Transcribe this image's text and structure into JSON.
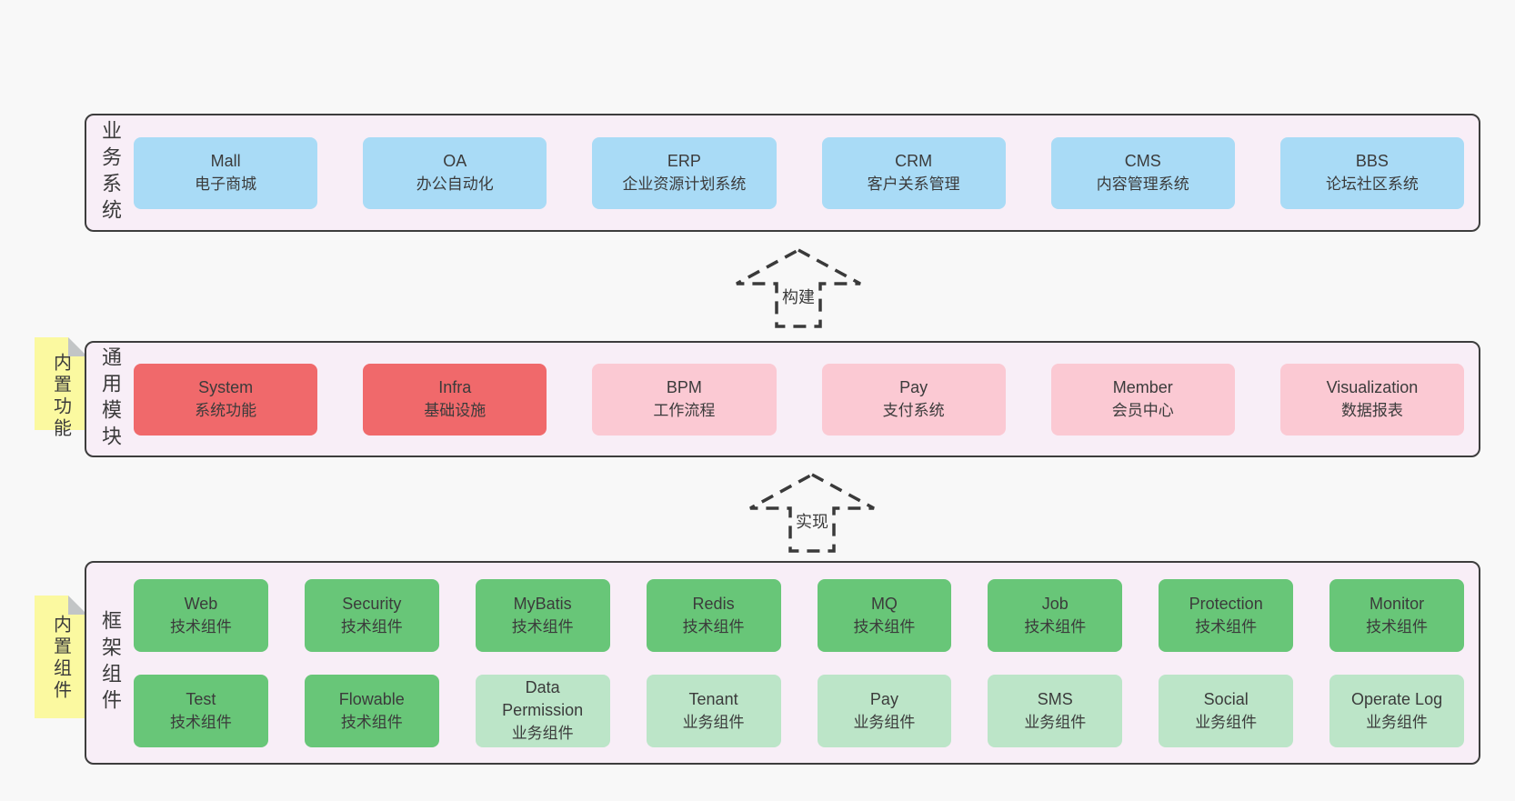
{
  "colors": {
    "page_background": "#f8f8f8",
    "panel_background": "#f8eef7",
    "panel_border": "#3d3d3d",
    "blue_box": "#a9dbf6",
    "red_box": "#f0696b",
    "pink_box": "#fbc9d3",
    "green_box": "#68c678",
    "light_green_box": "#bce5c8",
    "sticky_yellow": "#fbf9a0",
    "sticky_fold": "#c2c5c6",
    "text": "#3b3b3b"
  },
  "panels": [
    {
      "label": "业务系统",
      "boxes": [
        {
          "name": "Mall",
          "desc": "电子商城",
          "color": "blue"
        },
        {
          "name": "OA",
          "desc": "办公自动化",
          "color": "blue"
        },
        {
          "name": "ERP",
          "desc": "企业资源计划系统",
          "color": "blue"
        },
        {
          "name": "CRM",
          "desc": "客户关系管理",
          "color": "blue"
        },
        {
          "name": "CMS",
          "desc": "内容管理系统",
          "color": "blue"
        },
        {
          "name": "BBS",
          "desc": "论坛社区系统",
          "color": "blue"
        }
      ]
    },
    {
      "label": "通用模块",
      "sticky": "内置功能",
      "boxes": [
        {
          "name": "System",
          "desc": "系统功能",
          "color": "red"
        },
        {
          "name": "Infra",
          "desc": "基础设施",
          "color": "red"
        },
        {
          "name": "BPM",
          "desc": "工作流程",
          "color": "pink"
        },
        {
          "name": "Pay",
          "desc": "支付系统",
          "color": "pink"
        },
        {
          "name": "Member",
          "desc": "会员中心",
          "color": "pink"
        },
        {
          "name": "Visualization",
          "desc": "数据报表",
          "color": "pink"
        }
      ]
    },
    {
      "label": "框架组件",
      "sticky": "内置组件",
      "rows": [
        [
          {
            "name": "Web",
            "desc": "技术组件",
            "color": "green"
          },
          {
            "name": "Security",
            "desc": "技术组件",
            "color": "green"
          },
          {
            "name": "MyBatis",
            "desc": "技术组件",
            "color": "green"
          },
          {
            "name": "Redis",
            "desc": "技术组件",
            "color": "green"
          },
          {
            "name": "MQ",
            "desc": "技术组件",
            "color": "green"
          },
          {
            "name": "Job",
            "desc": "技术组件",
            "color": "green"
          },
          {
            "name": "Protection",
            "desc": "技术组件",
            "color": "green"
          },
          {
            "name": "Monitor",
            "desc": "技术组件",
            "color": "green"
          }
        ],
        [
          {
            "name": "Test",
            "desc": "技术组件",
            "color": "green"
          },
          {
            "name": "Flowable",
            "desc": "技术组件",
            "color": "green"
          },
          {
            "name": "Data Permission",
            "desc": "业务组件",
            "color": "lightgreen"
          },
          {
            "name": "Tenant",
            "desc": "业务组件",
            "color": "lightgreen"
          },
          {
            "name": "Pay",
            "desc": "业务组件",
            "color": "lightgreen"
          },
          {
            "name": "SMS",
            "desc": "业务组件",
            "color": "lightgreen"
          },
          {
            "name": "Social",
            "desc": "业务组件",
            "color": "lightgreen"
          },
          {
            "name": "Operate Log",
            "desc": "业务组件",
            "color": "lightgreen"
          }
        ]
      ]
    }
  ],
  "arrows": [
    {
      "label": "构建"
    },
    {
      "label": "实现"
    }
  ]
}
